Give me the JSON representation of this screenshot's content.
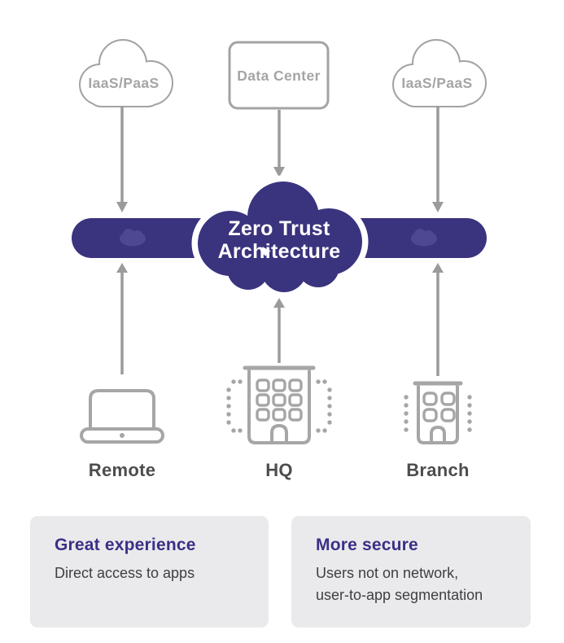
{
  "colors": {
    "accent": "#3A337E",
    "accent_light_cloud": "#4E4792",
    "icon_gray": "#A6A6A6",
    "outline_gray": "#A3A3A3",
    "arrow_gray": "#9B9B9B",
    "muted_label_gray": "#A5A5A5",
    "endpoint_label_gray": "#4D4D4D",
    "card_background": "#EAEAED",
    "card_title": "#3B3085",
    "card_body": "#3F3F3F",
    "page_background": "#FFFFFF"
  },
  "top": {
    "iaas_left": "IaaS/PaaS",
    "data_center": "Data Center",
    "iaas_right": "IaaS/PaaS"
  },
  "center": {
    "line1": "Zero Trust",
    "line2": "Architecture"
  },
  "endpoints": {
    "remote": "Remote",
    "hq": "HQ",
    "branch": "Branch"
  },
  "cards": [
    {
      "title": "Great experience",
      "lines": [
        "Direct access to apps"
      ]
    },
    {
      "title": "More secure",
      "lines": [
        "Users not on network,",
        "user-to-app segmentation"
      ]
    }
  ]
}
